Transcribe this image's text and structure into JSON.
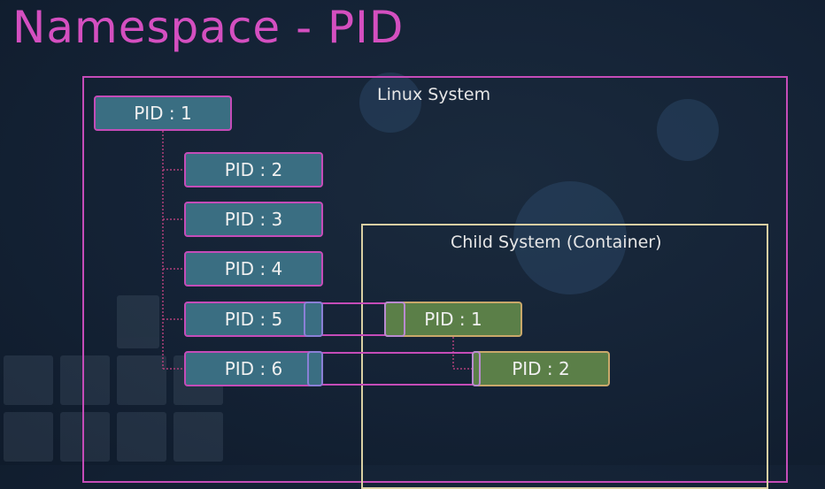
{
  "title": "Namespace - PID",
  "linux_system": {
    "label": "Linux System",
    "processes": [
      "PID : 1",
      "PID : 2",
      "PID : 3",
      "PID : 4",
      "PID : 5",
      "PID : 6"
    ]
  },
  "child_system": {
    "label": "Child System (Container)",
    "processes": [
      "PID : 1",
      "PID : 2"
    ]
  },
  "colors": {
    "title": "#d44fc0",
    "host_border": "#c54cb8",
    "host_fill": "#3a6e82",
    "child_fill": "#5b7f48",
    "child_border": "#d9cfa3"
  }
}
